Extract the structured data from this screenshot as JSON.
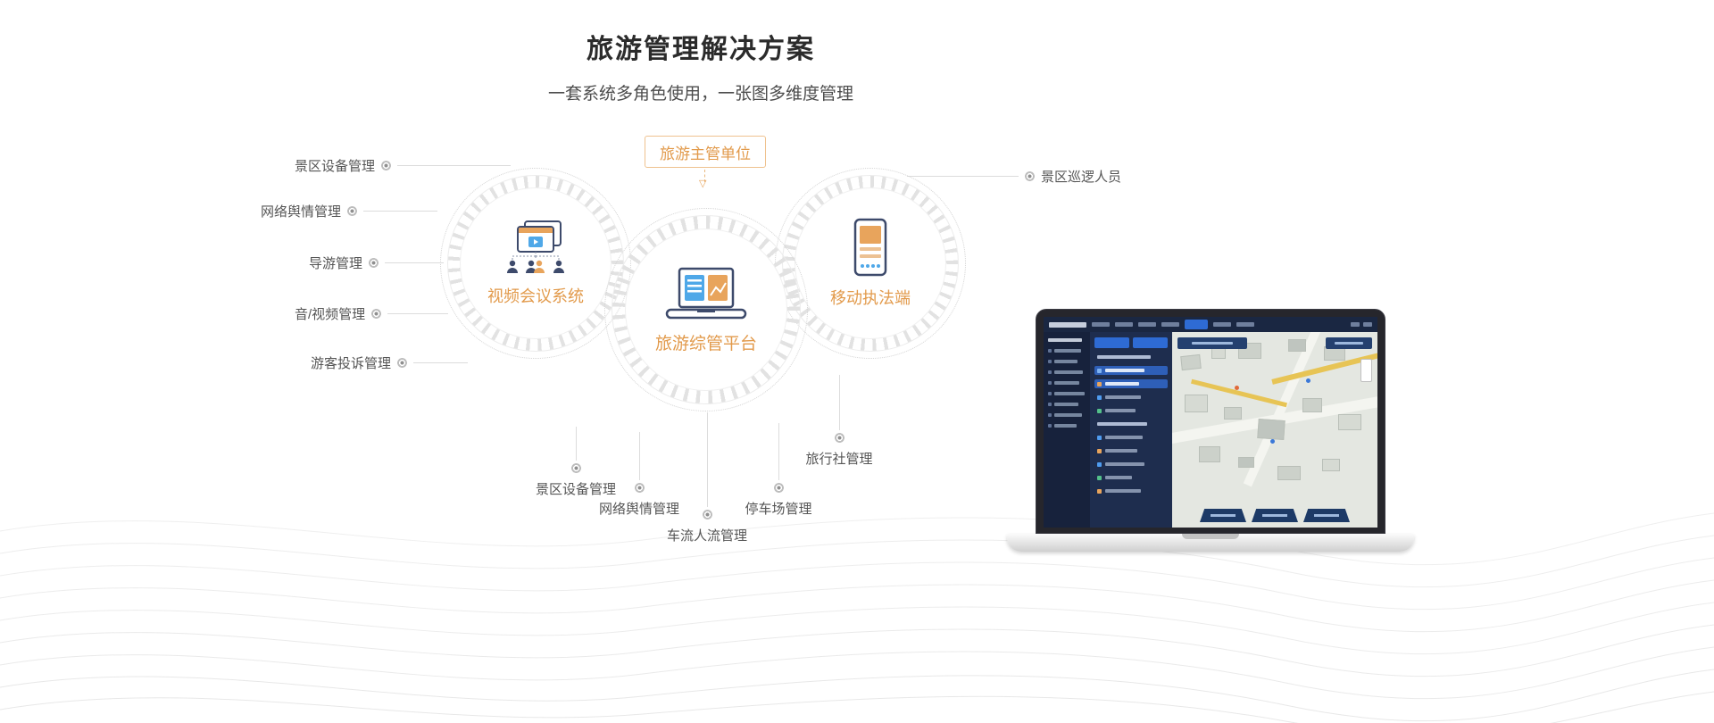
{
  "page": {
    "title": "旅游管理解决方案",
    "subtitle": "一套系统多角色使用，一张图多维度管理"
  },
  "diagram": {
    "authority_label": "旅游主管单位",
    "arrow_glyph": "▽",
    "nodes": [
      {
        "id": "video-conference-system",
        "label": "视频会议系统",
        "icon": "video-conference-icon"
      },
      {
        "id": "tourism-platform",
        "label": "旅游综管平台",
        "icon": "laptop-dashboard-icon"
      },
      {
        "id": "mobile-enforcement",
        "label": "移动执法端",
        "icon": "mobile-device-icon"
      }
    ],
    "left_labels": [
      "景区设备管理",
      "网络舆情管理",
      "导游管理",
      "音/视频管理",
      "游客投诉管理"
    ],
    "right_label": "景区巡逻人员",
    "bottom_labels": [
      "景区设备管理",
      "网络舆情管理",
      "车流人流管理",
      "停车场管理",
      "旅行社管理"
    ]
  },
  "colors": {
    "accent_orange": "#E29A4B",
    "border_orange": "#EFC28F",
    "icon_navy": "#3D4A6B",
    "icon_blue": "#4FA8E8",
    "connector_gray": "#DCDCDC",
    "text_dark": "#2B2B2B",
    "text_body": "#555555"
  }
}
